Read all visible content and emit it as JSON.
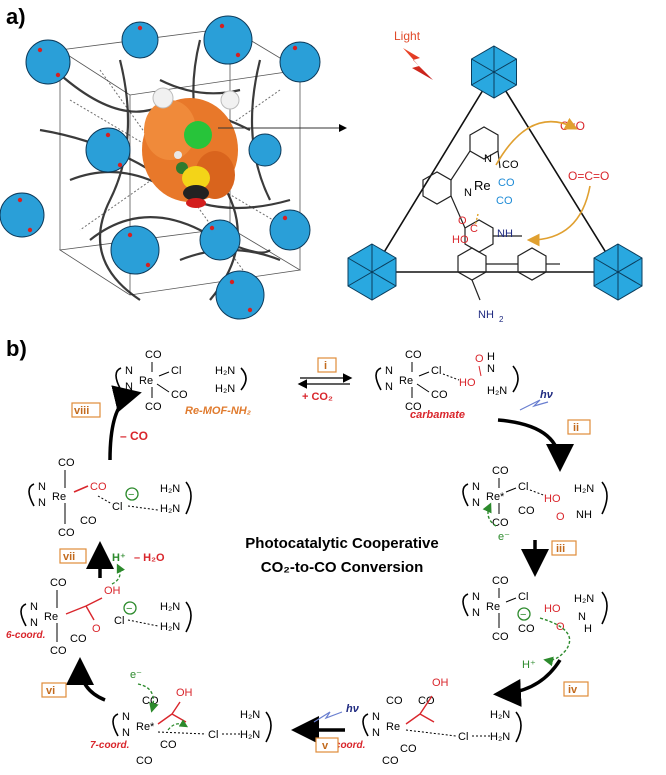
{
  "panel_a": {
    "label": "a)",
    "light_label": "Light",
    "co_label": "C≡O",
    "co2_label": "O=C=O",
    "complex_labels": {
      "re": "Re",
      "co_top": "CO",
      "co_right1": "CO",
      "co_right2": "CO",
      "n_upper": "N",
      "n_lower": "N",
      "nh": "NH",
      "o_carb": "O",
      "ho": "HO",
      "c_carb": "C",
      "nh2": "NH"
    }
  },
  "panel_b": {
    "label": "b)",
    "center_title_line1": "Photocatalytic Cooperative",
    "center_title_line2": "CO₂-to-CO Conversion",
    "steps": [
      "i",
      "ii",
      "iii",
      "iv",
      "v",
      "vi",
      "vii",
      "viii"
    ],
    "labels": {
      "re_mof": "Re-MOF-NH₂",
      "carbamate": "carbamate",
      "plus_co2": "+ CO₂",
      "minus_co": "– CO",
      "minus_h2o": "– H₂O",
      "h_plus": "H⁺",
      "e_minus": "e⁻",
      "hv": "hν",
      "six_coord": "6-coord.",
      "seven_coord_a": "7-coord.",
      "seven_coord_b": "7-coord."
    }
  }
}
